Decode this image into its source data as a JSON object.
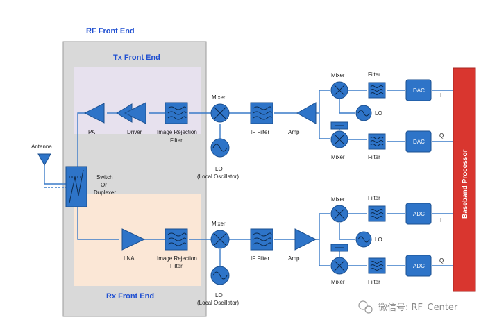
{
  "titles": {
    "rf_front_end": "RF Front End",
    "tx_front_end": "Tx Front End",
    "rx_front_end": "Rx Front End",
    "baseband": "Baseband Processor"
  },
  "labels": {
    "antenna": "Antenna",
    "switch_l1": "Switch",
    "switch_l2": "Or",
    "switch_l3": "Duplexer",
    "pa": "PA",
    "driver": "Driver",
    "lna": "LNA",
    "irf_l1": "Image Rejection",
    "irf_l2": "Filter",
    "mixer": "Mixer",
    "lo": "LO",
    "lo_full": "(Local Oscillator)",
    "if_filter": "IF Filter",
    "amp": "Amp",
    "filter": "Filter",
    "dac": "DAC",
    "adc": "ADC",
    "i": "I",
    "q": "Q"
  },
  "watermark": "微信号: RF_Center",
  "colors": {
    "block": "#2e74c8",
    "wire": "#3a7bc8",
    "title": "#1f4fd1",
    "rf_panel": "#d9d9d9",
    "tx_panel": "#e7e1ee",
    "rx_panel": "#fbe7d6",
    "baseband": "#d9362f"
  }
}
